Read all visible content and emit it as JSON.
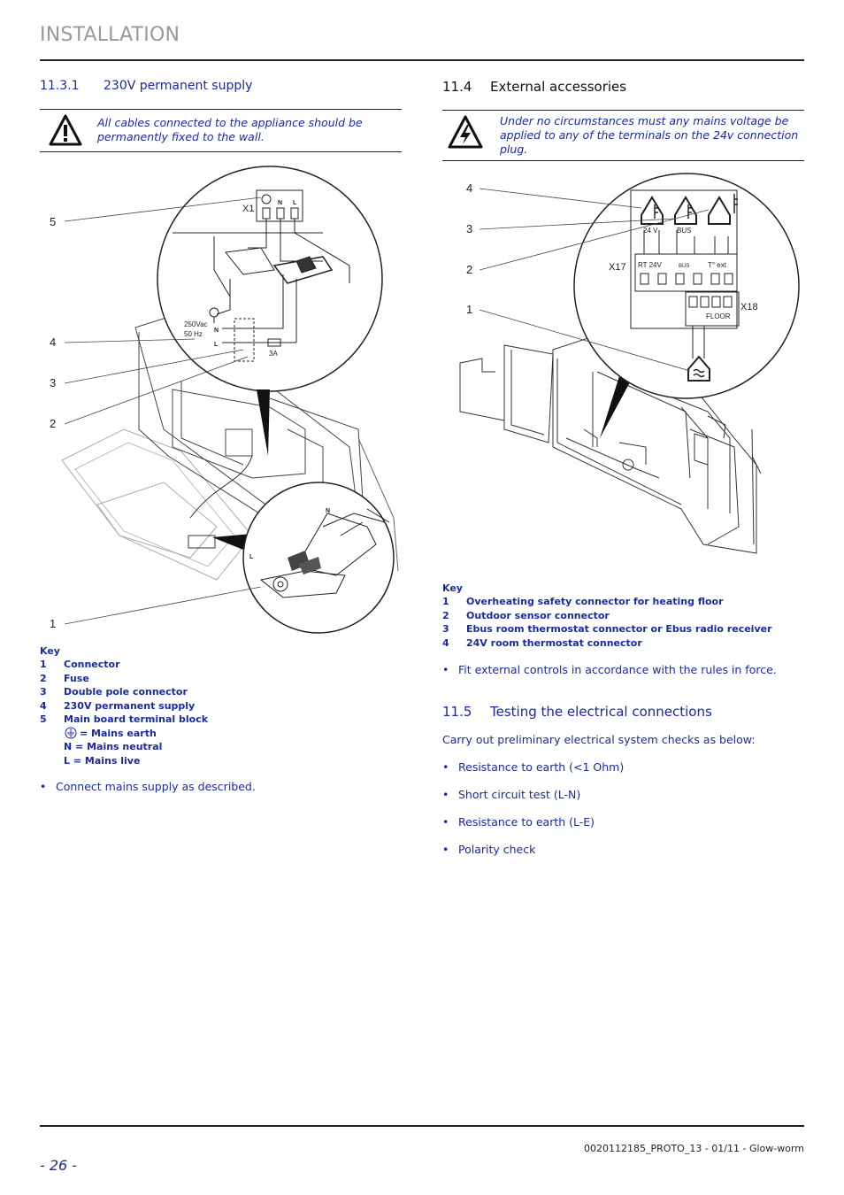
{
  "header": {
    "title": "INSTALLATION"
  },
  "left": {
    "section": {
      "number": "11.3.1",
      "title": "230V permanent supply"
    },
    "warning": "All cables connected to the appliance should be permanently fixed to the wall.",
    "figure": {
      "callouts": [
        "5",
        "4",
        "3",
        "2",
        "1"
      ],
      "labels": {
        "x1": "X1",
        "n": "N",
        "l": "L",
        "supply_v": "250Vac",
        "supply_hz": "50 Hz",
        "fuse": "3A"
      }
    },
    "key": {
      "title": "Key",
      "items": [
        {
          "n": "1",
          "text": "Connector"
        },
        {
          "n": "2",
          "text": "Fuse"
        },
        {
          "n": "3",
          "text": "Double pole connector"
        },
        {
          "n": "4",
          "text": "230V permanent supply"
        },
        {
          "n": "5",
          "text": "Main board terminal block"
        }
      ],
      "legend": {
        "earth": "= Mains earth",
        "neutral": "N = Mains neutral",
        "live": "L = Mains live"
      }
    },
    "bullet": "Connect mains supply as described."
  },
  "right": {
    "section": {
      "number": "11.4",
      "title": "External accessories"
    },
    "warning": "Under no circumstances must any mains voltage be applied to any of the terminals on the 24v connection plug.",
    "figure": {
      "callouts": [
        "4",
        "3",
        "2",
        "1"
      ],
      "labels": {
        "x17": "X17",
        "x18": "X18",
        "v24": "24 V",
        "bus": "BUS",
        "rt24": "RT 24V",
        "bus2": "BUS",
        "text": "T° ext",
        "floor": "FLOOR"
      }
    },
    "key": {
      "title": "Key",
      "items": [
        {
          "n": "1",
          "text": "Overheating safety connector for heating floor"
        },
        {
          "n": "2",
          "text": "Outdoor sensor connector"
        },
        {
          "n": "3",
          "text": "Ebus room thermostat connector or Ebus radio receiver"
        },
        {
          "n": "4",
          "text": "24V room thermostat connector"
        }
      ]
    },
    "bullet": "Fit external controls in accordance with the rules in force.",
    "section2": {
      "number": "11.5",
      "title": "Testing the electrical connections"
    },
    "intro": "Carry out preliminary electrical system checks as below:",
    "checks": [
      "Resistance to earth (<1 Ohm)",
      "Short circuit test (L-N)",
      "Resistance to earth (L-E)",
      "Polarity check"
    ]
  },
  "footer": {
    "ref": "0020112185_PROTO_13 - 01/11 - Glow-worm",
    "page": "- 26 -"
  },
  "colors": {
    "text_blue": "#1a2aa0",
    "header_grey": "#9a9a9a",
    "rule": "#222222"
  }
}
